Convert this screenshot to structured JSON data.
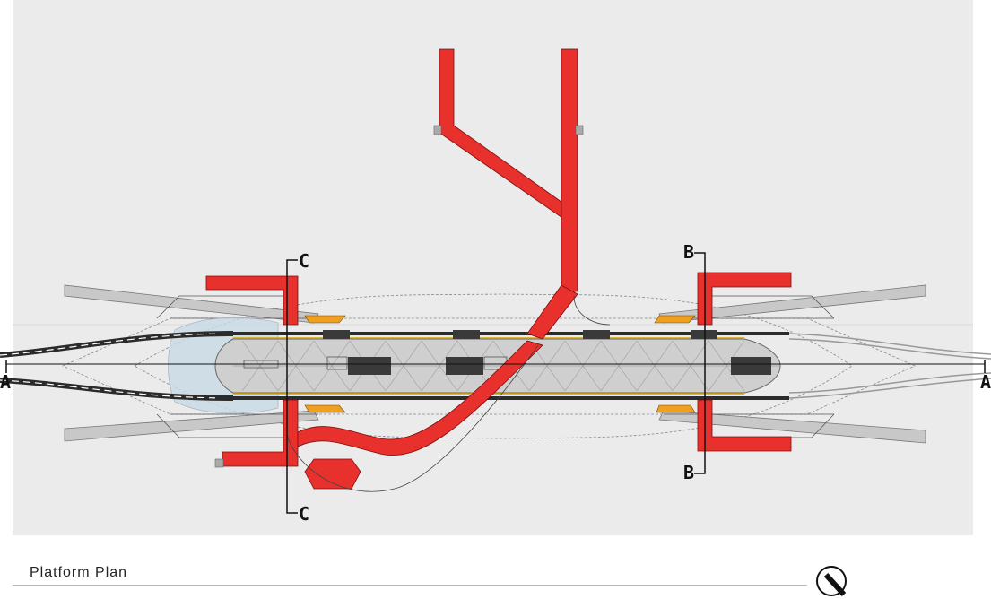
{
  "diagram": {
    "caption": "Platform Plan",
    "section_marks": {
      "a_left": "A",
      "a_right": "A",
      "b_top": "B",
      "b_bottom": "B",
      "c_top": "C",
      "c_bottom": "C"
    },
    "colors": {
      "background": "#ebebeb",
      "circulation": "#e8302c",
      "platform": "#cfcfcf",
      "canopy": "#c8c8c8",
      "track": "#2b2b2b",
      "accent": "#f0a020",
      "glass": "#c9dbe6"
    },
    "icons": {
      "compass": "north-arrow-icon"
    }
  }
}
